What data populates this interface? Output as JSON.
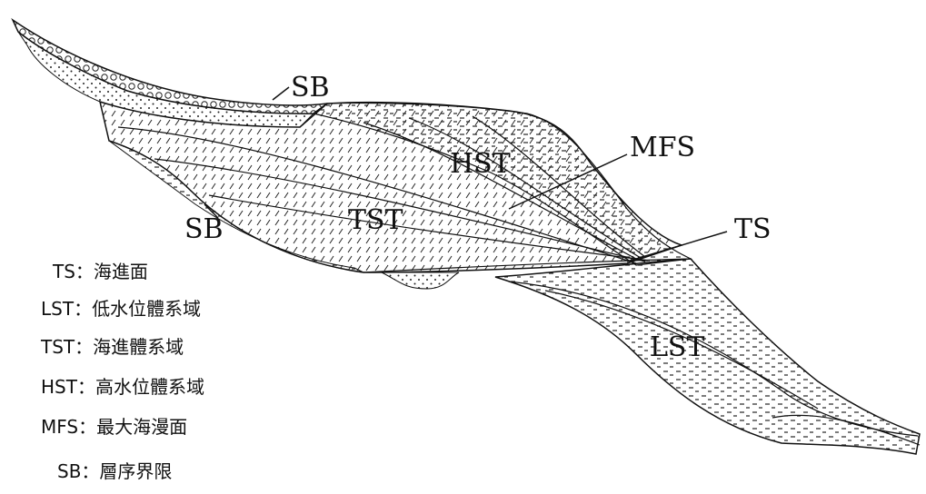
{
  "labels": {
    "sb_top": "SB",
    "sb_left": "SB",
    "hst": "HST",
    "tst": "TST",
    "lst": "LST",
    "mfs": "MFS",
    "ts": "TS"
  },
  "legend": [
    {
      "abbr": "TS",
      "sep": "：",
      "desc": "海進面"
    },
    {
      "abbr": "LST",
      "sep": "：",
      "desc": "低水位體系域"
    },
    {
      "abbr": "TST",
      "sep": "：",
      "desc": "海進體系域"
    },
    {
      "abbr": "HST",
      "sep": "：",
      "desc": "高水位體系域"
    },
    {
      "abbr": "MFS",
      "sep": "：",
      "desc": "最大海漫面"
    },
    {
      "abbr": "SB",
      "sep": "：",
      "desc": "層序界限"
    }
  ]
}
